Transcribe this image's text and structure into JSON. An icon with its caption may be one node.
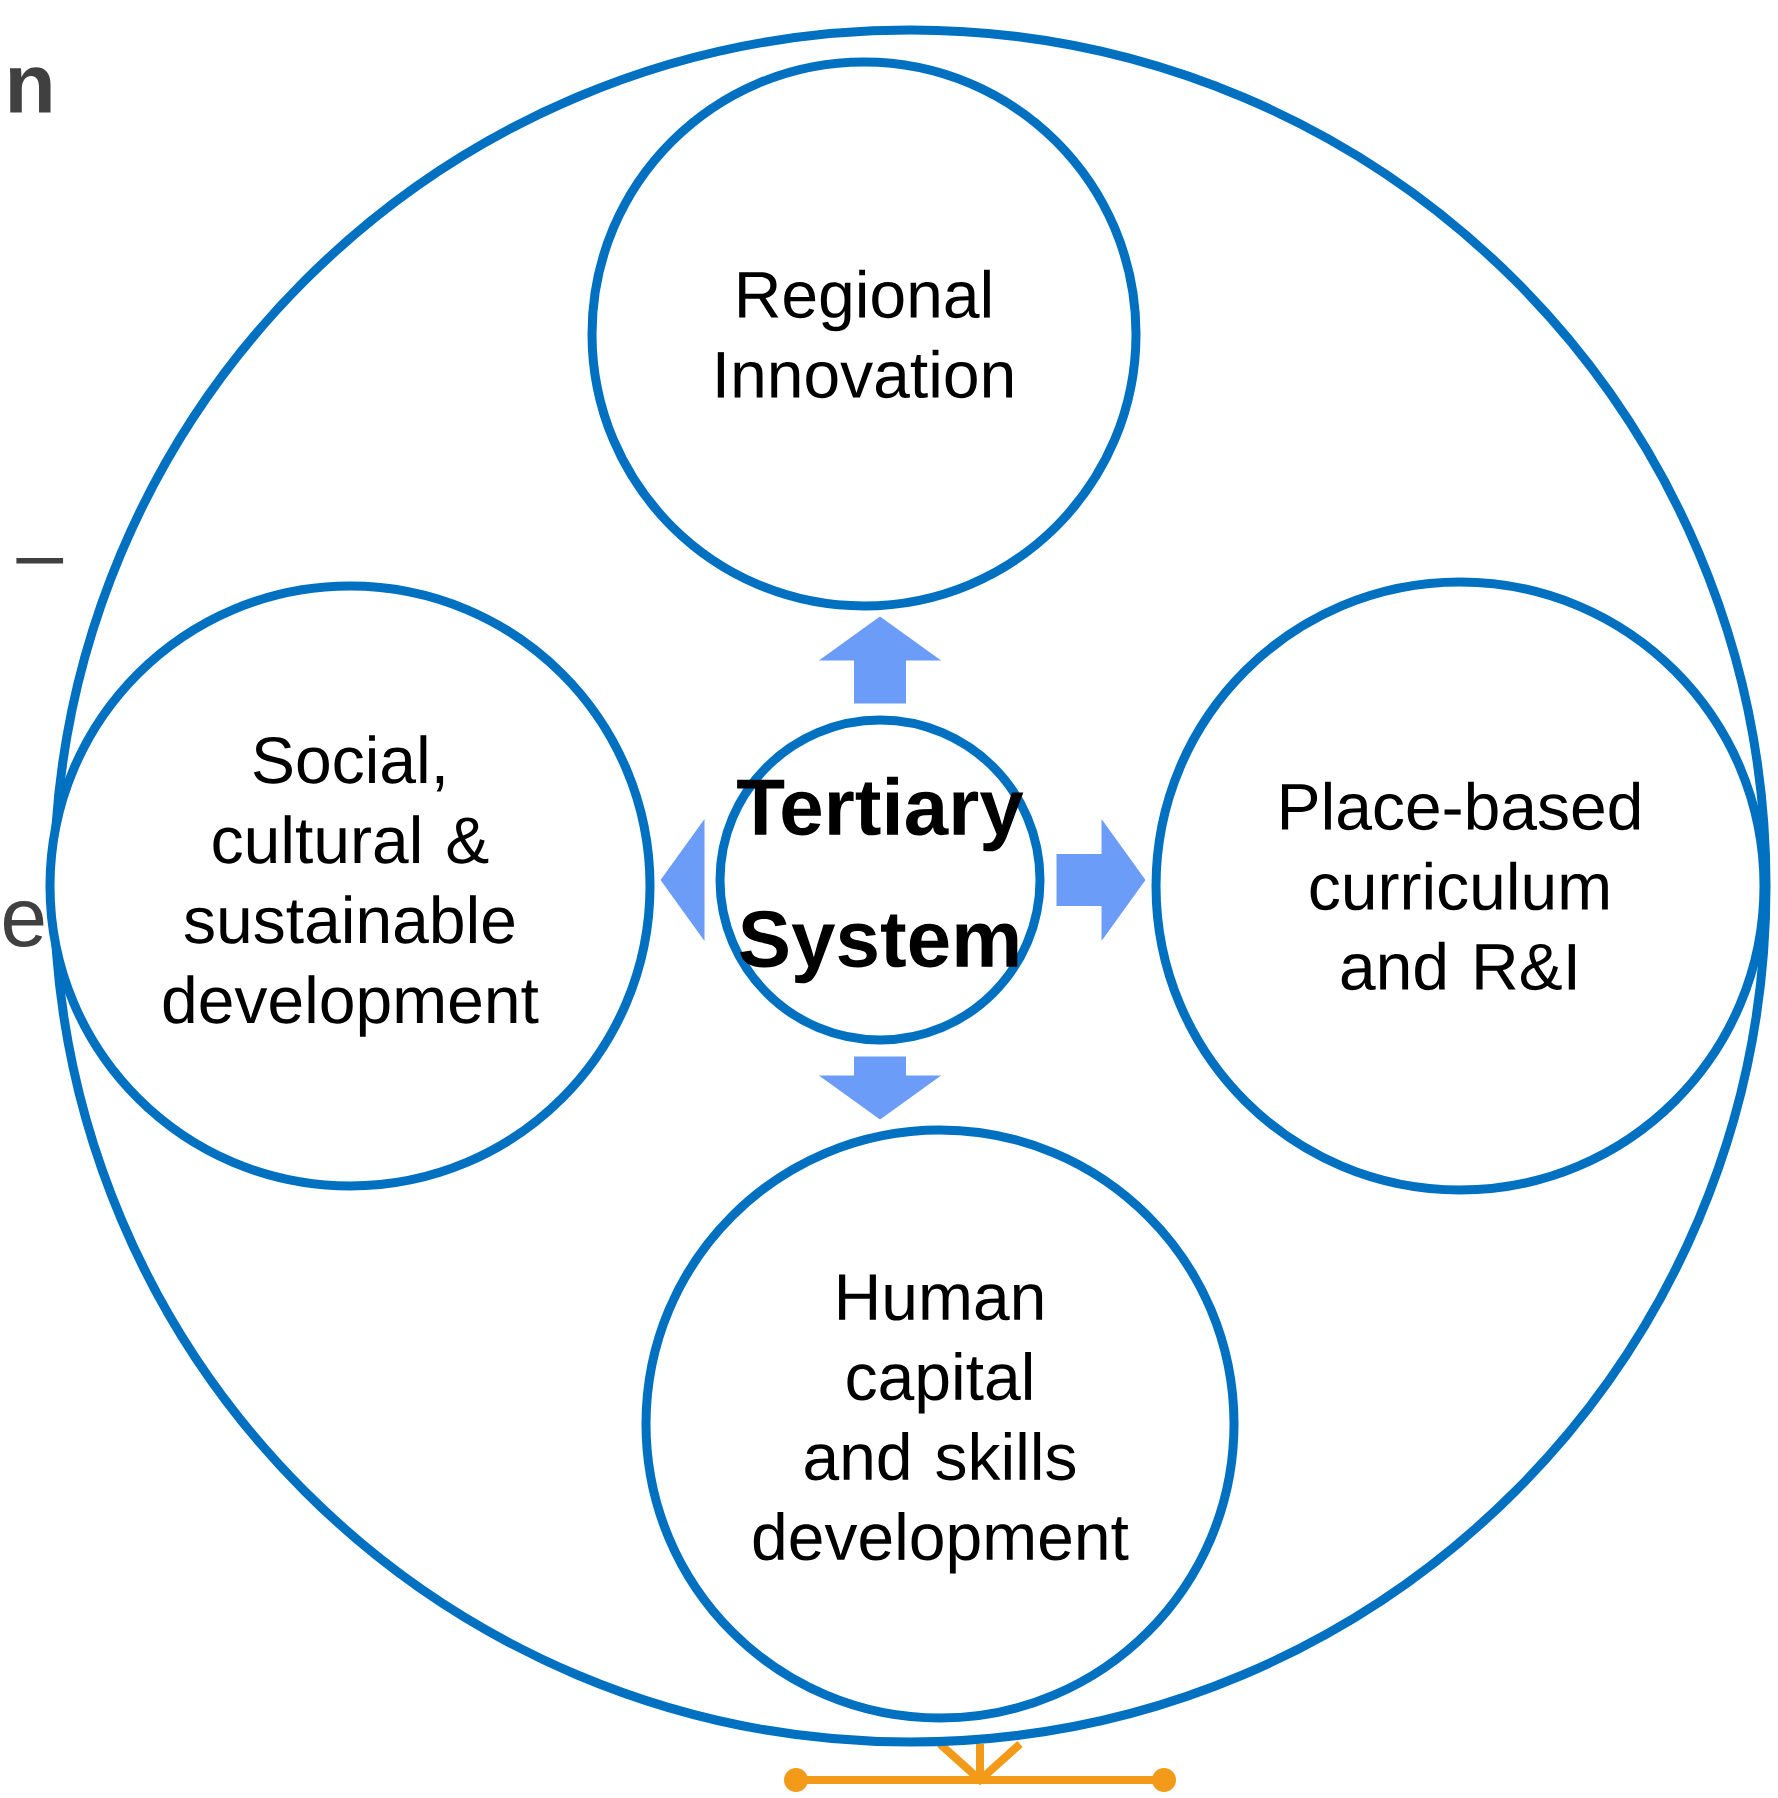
{
  "diagram": {
    "nodes": [
      {
        "text": [],
        "shape": "circle"
      },
      {
        "text": [
          "Regional Innovation"
        ],
        "in": 0
      },
      {
        "text": [
          "Social, cultural & sustainable development"
        ],
        "in": 0
      },
      {
        "text": [
          "Tertiary System"
        ],
        "in": 0
      },
      {
        "text": [
          "Place-based curriculum and R&I"
        ],
        "in": 0
      },
      {
        "text": [
          "Human capital and skills development"
        ],
        "in": 0
      }
    ],
    "edges": [
      {
        "from": 3,
        "to": 1,
        "arrow": "to",
        "color": "#6b9cf7"
      },
      {
        "from": 3,
        "to": 2,
        "arrow": "to",
        "color": "#6b9cf7"
      },
      {
        "from": 3,
        "to": 4,
        "arrow": "to",
        "color": "#6b9cf7"
      },
      {
        "from": 3,
        "to": 5,
        "arrow": "to",
        "color": "#6b9cf7"
      }
    ],
    "labels": [
      "n",
      "–",
      "e"
    ]
  }
}
